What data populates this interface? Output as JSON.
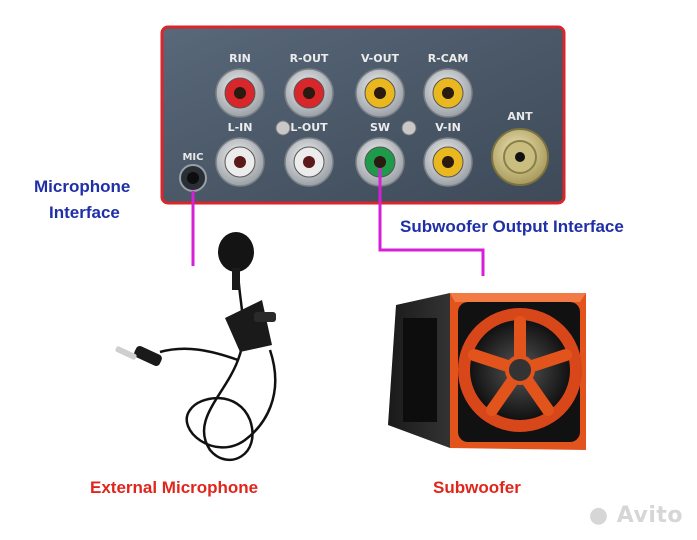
{
  "panel": {
    "jacks_top": [
      {
        "label": "RIN",
        "color": "#d8262a"
      },
      {
        "label": "R-OUT",
        "color": "#d8262a"
      },
      {
        "label": "V-OUT",
        "color": "#e9b81f"
      },
      {
        "label": "R-CAM",
        "color": "#e9b81f"
      }
    ],
    "jacks_bottom": [
      {
        "label": "L-IN",
        "color": "#ececec"
      },
      {
        "label": "L-OUT",
        "color": "#ececec"
      },
      {
        "label": "SW",
        "color": "#1f9a4a"
      },
      {
        "label": "V-IN",
        "color": "#e9b81f"
      }
    ],
    "mic_jack_label": "MIC",
    "antenna_label": "ANT",
    "border_color": "#d8262a"
  },
  "labels": {
    "mic_interface_line1": "Microphone",
    "mic_interface_line2": "Interface",
    "sub_interface": "Subwoofer Output Interface",
    "external_mic": "External Microphone",
    "subwoofer": "Subwoofer"
  },
  "connector_color": "#d61fd6",
  "watermark": "Avito"
}
